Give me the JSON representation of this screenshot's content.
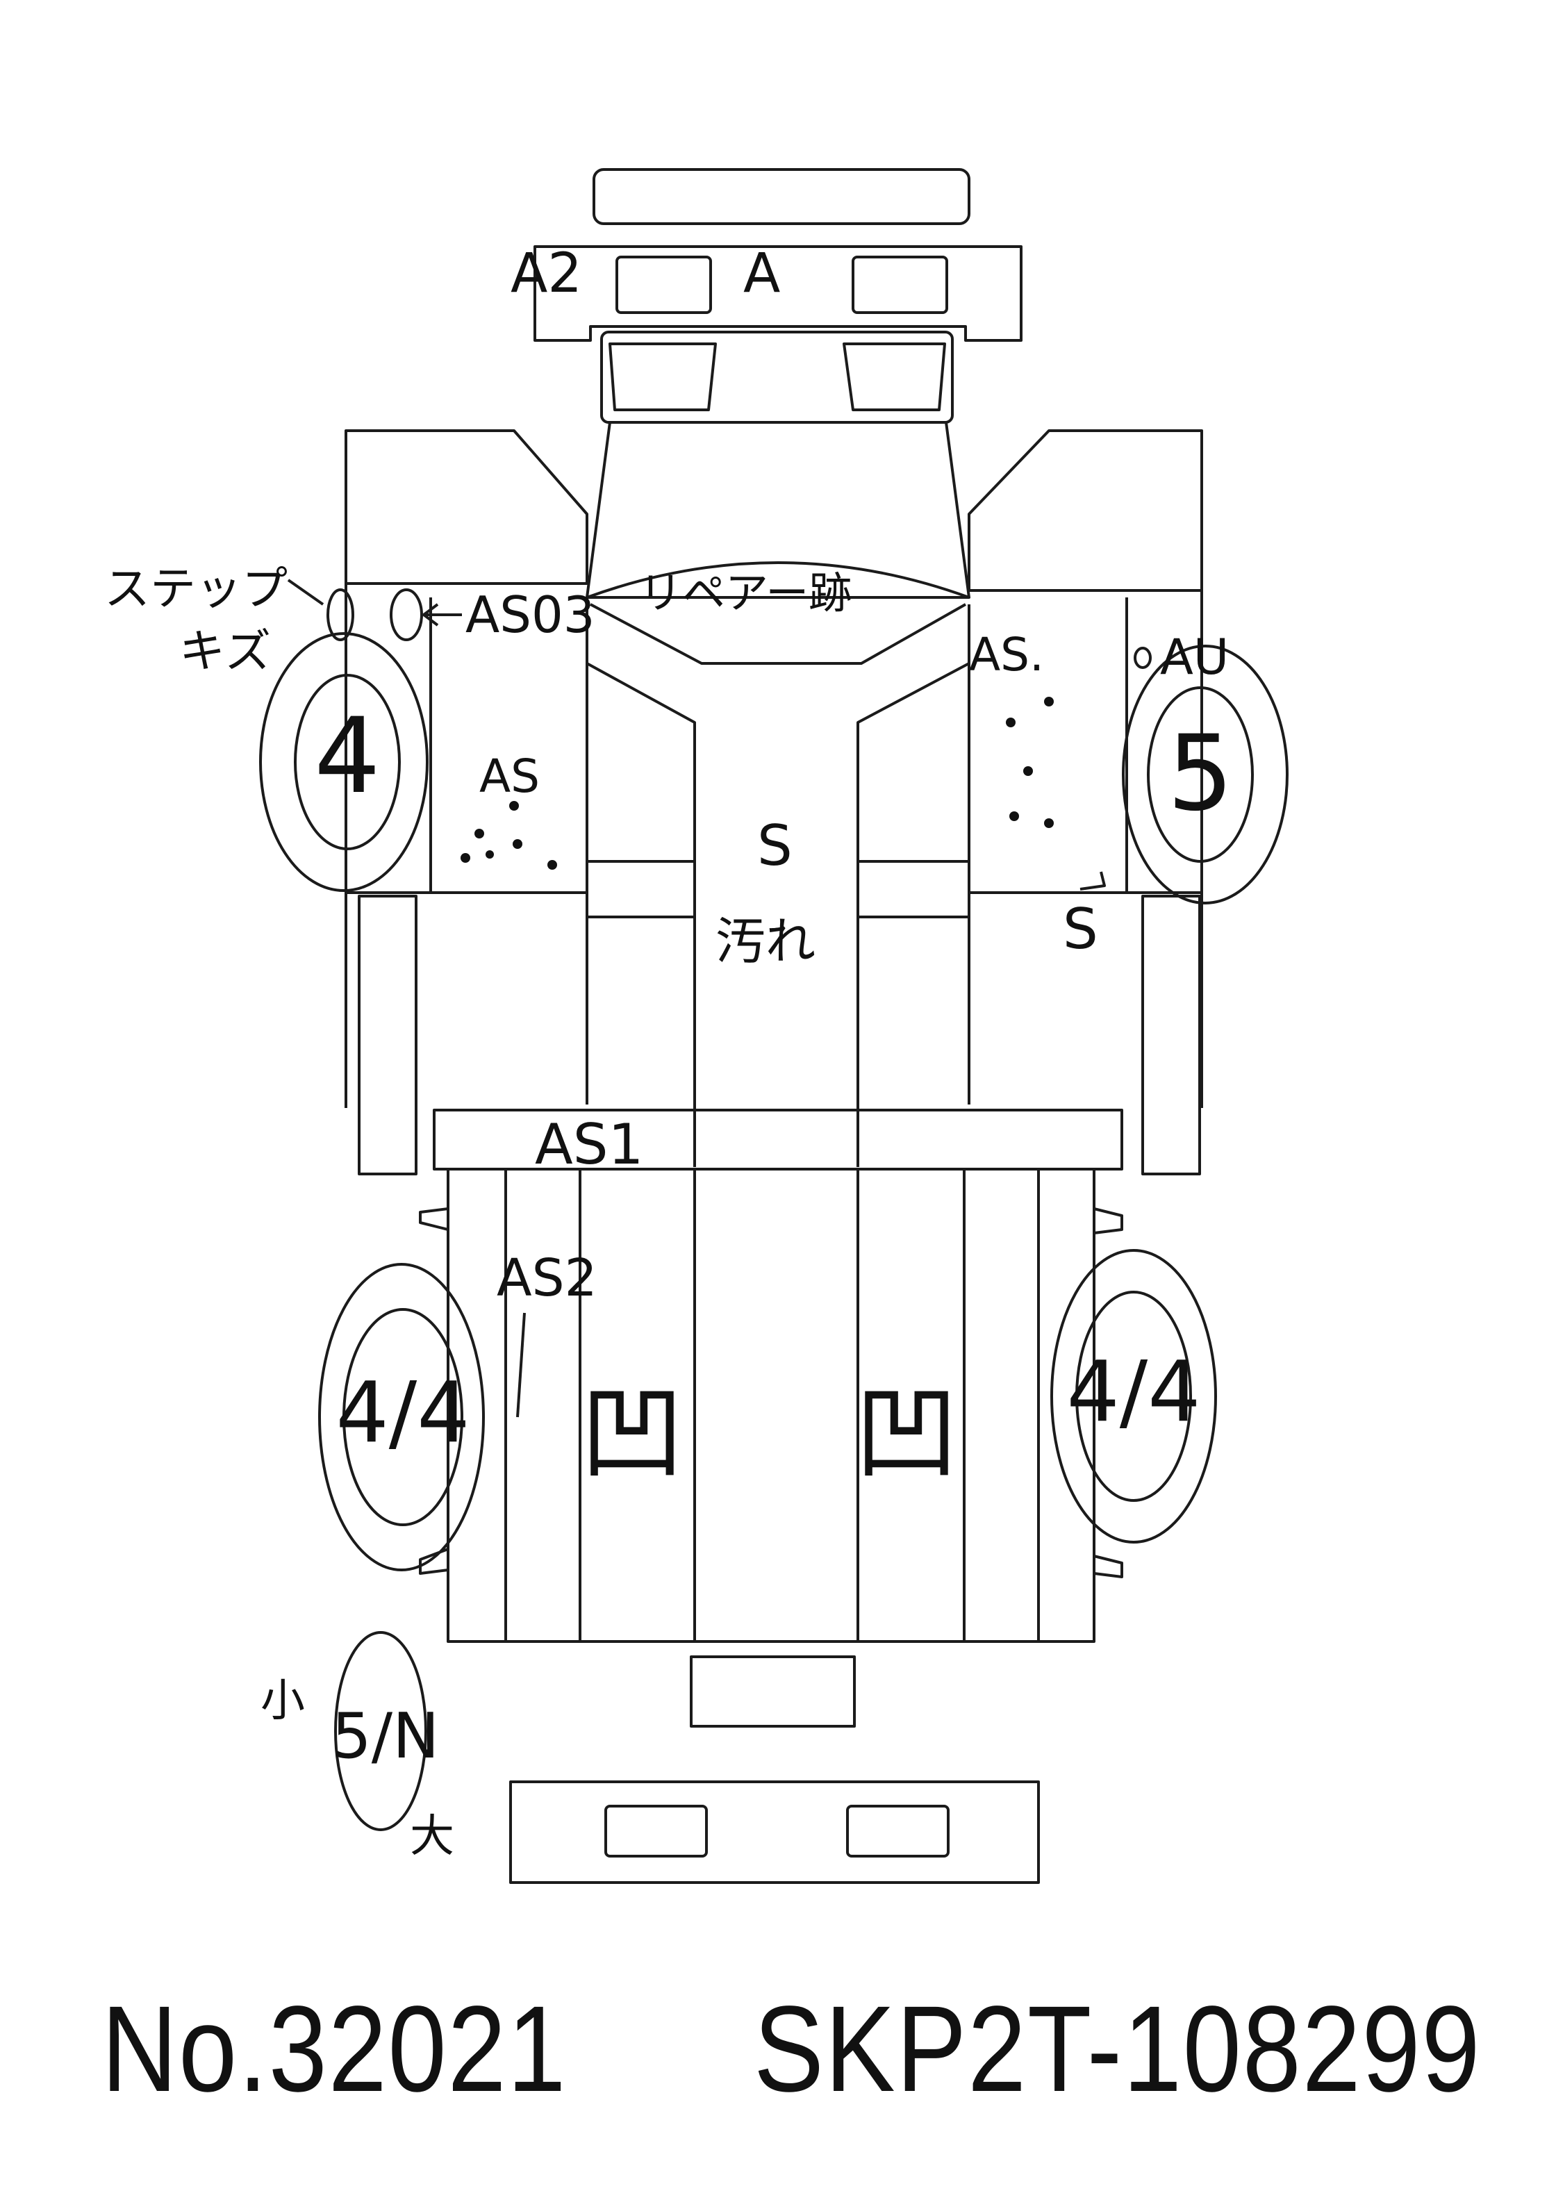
{
  "footer": {
    "number": "No.32021",
    "serial": "SKP2T-108299"
  },
  "annotations": {
    "front_a2": "A2",
    "front_a": "A",
    "step_note_line1": "ステップ",
    "step_note_line2": "キズ",
    "as03_note": "AS03",
    "repair_note": "リペアー跡",
    "left_as": "AS",
    "right_as": "AS.",
    "right_au": "AU",
    "center_s": "S",
    "center_stain": "汚れ",
    "right_s": "S",
    "as1": "AS1",
    "as2": "AS2",
    "small": "小",
    "large": "大"
  },
  "tires": {
    "front_left": "4",
    "front_right": "5",
    "rear_left": "4/4",
    "rear_right": "4/4",
    "spare": "5/N"
  },
  "legend": {
    "dent_symbol": "凹",
    "dent_symbol_right": "凹"
  }
}
